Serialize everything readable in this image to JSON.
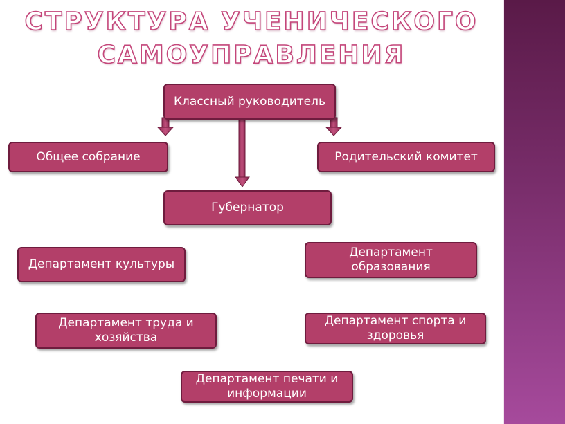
{
  "title": {
    "line1": "СТРУКТУРА УЧЕНИЧЕСКОГО",
    "line2": "САМОУПРАВЛЕНИЯ"
  },
  "nodes": {
    "class_teacher": "Классный руководитель",
    "general_meeting": "Общее собрание",
    "parent_committee": "Родительский комитет",
    "governor": "Губернатор",
    "dept_culture": "Департамент культуры",
    "dept_education": "Департамент образования",
    "dept_labor": "Департамент труда и хозяйства",
    "dept_sport": "Департамент спорта и здоровья",
    "dept_press": "Департамент печати и информации"
  },
  "colors": {
    "box_fill": "#b33f69",
    "box_border": "#6f1c3e",
    "title_outline": "#c4467a",
    "side_band": "#7a2e6c"
  }
}
